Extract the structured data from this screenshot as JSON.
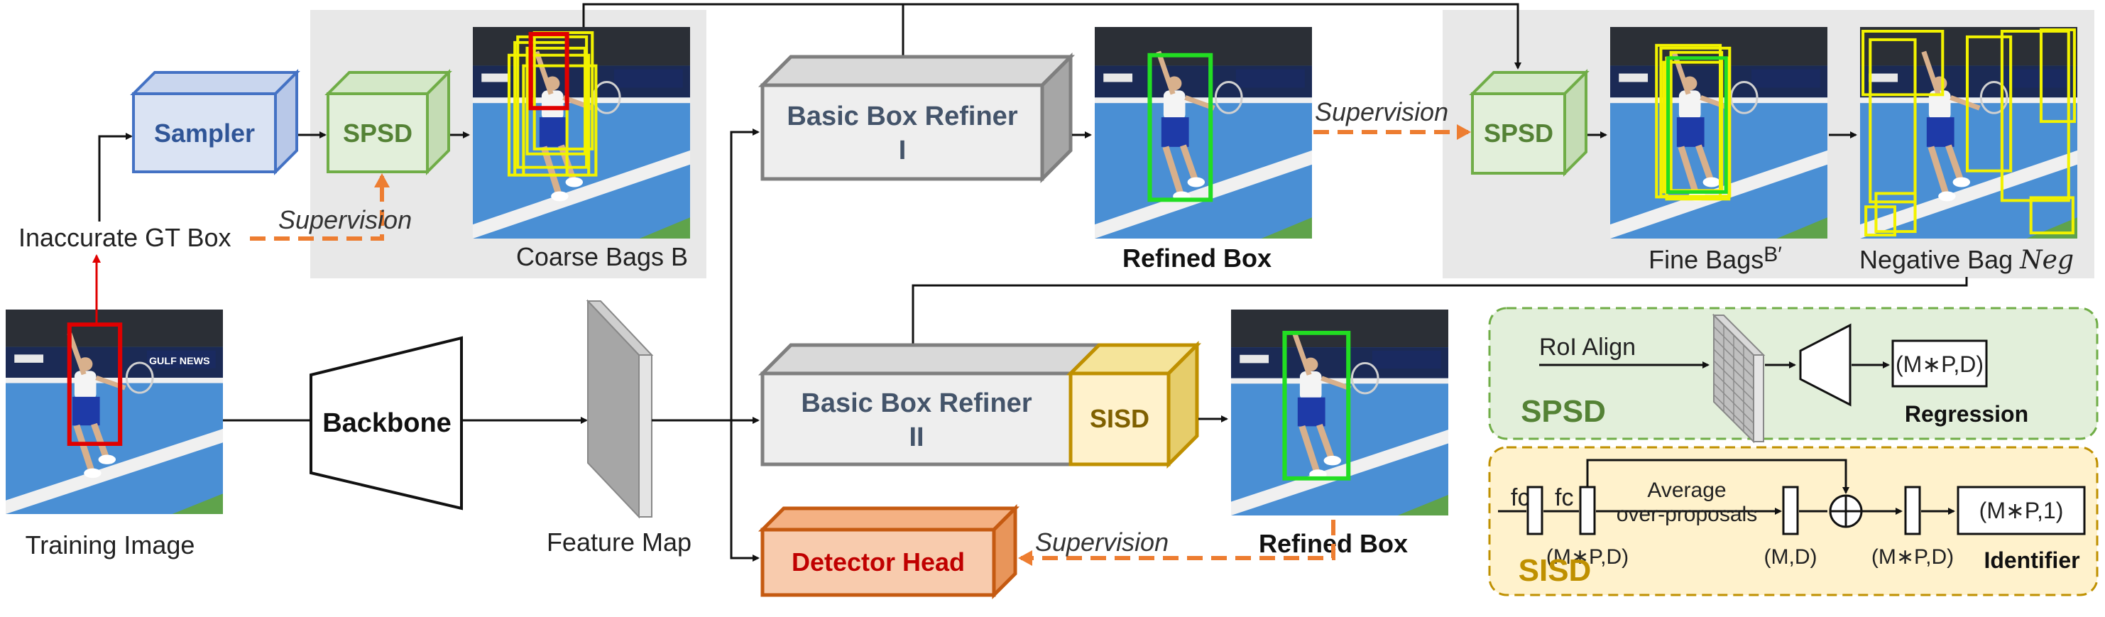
{
  "colors": {
    "sampler": "#4472c4",
    "spsd": "#70ad47",
    "sisd": "#bf9000",
    "detector": "#c55a11",
    "refiner": "#7f7f7f",
    "supervision_arrow": "#ed7d31",
    "gt_box": "#e00000",
    "refined_box": "#22dd22",
    "bag_box": "#f2f200"
  },
  "inputs": {
    "inaccurate_gt": "Inaccurate GT Box",
    "training_image": "Training Image",
    "court_text": "GULF NEWS"
  },
  "blocks": {
    "sampler": "Sampler",
    "spsd": "SPSD",
    "spsd_2": "SPSD",
    "backbone": "Backbone",
    "feature_map": "Feature Map",
    "refiner1_line1": "Basic Box Refiner",
    "refiner1_line2": "I",
    "refiner2_line1": "Basic Box Refiner",
    "refiner2_line2": "II",
    "sisd": "SISD",
    "detector_head": "Detector Head"
  },
  "outputs": {
    "coarse_bags": "Coarse Bags B",
    "refined_box_1": "Refined Box",
    "fine_bags": "Fine Bags",
    "fine_bags_sup": "B′",
    "negative_bag": "Negative Bag",
    "negative_bag_sym": "Neg",
    "refined_box_2": "Refined Box"
  },
  "arrows": {
    "supervision_1": "Supervision",
    "supervision_2": "Supervision",
    "supervision_3": "Supervision"
  },
  "spsd_panel": {
    "title": "SPSD",
    "roi_align": "RoI Align",
    "output": "(M∗P,D)",
    "caption": "Regression"
  },
  "sisd_panel": {
    "title": "SISD",
    "fc1": "fc",
    "fc2": "fc",
    "avg_line1": "Average",
    "avg_line2": "over-proposals",
    "dim1": "(M∗P,D)",
    "dim2": "(M,D)",
    "dim3": "(M∗P,D)",
    "output": "(M∗P,1)",
    "caption": "Identifier"
  }
}
